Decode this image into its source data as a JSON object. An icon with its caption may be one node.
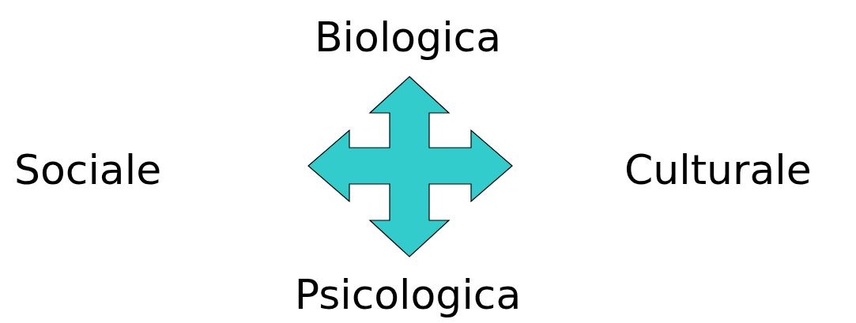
{
  "diagram": {
    "labels": [
      "Biologica",
      "Sociale",
      "Culturale",
      "Psicologica"
    ]
  }
}
